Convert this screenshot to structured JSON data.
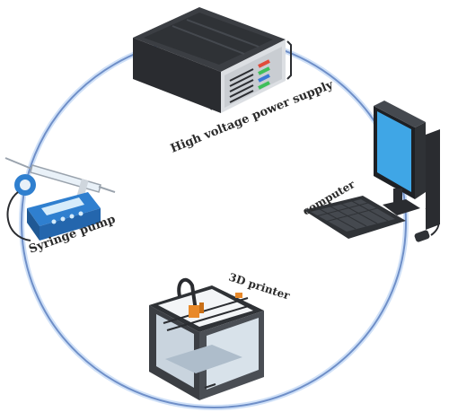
{
  "labels": {
    "power_supply": "High voltage power supply",
    "computer": "computer",
    "syringe_pump": "Syringe pump",
    "printer": "3D printer"
  },
  "colors": {
    "ring": "#6f8fc8",
    "ring_glow": "#cfe0f7",
    "device_dark": "#2f3236",
    "device_mid": "#4a4e54",
    "screen_blue": "#3fa6e6",
    "pump_blue": "#2f7fcf",
    "led_red": "#e14b3b",
    "led_green": "#3fbf5a",
    "led_blue": "#3a78d6",
    "printer_orange": "#e8892a"
  },
  "icons": [
    "power-supply-icon",
    "computer-icon",
    "syringe-pump-icon",
    "printer-3d-icon"
  ]
}
